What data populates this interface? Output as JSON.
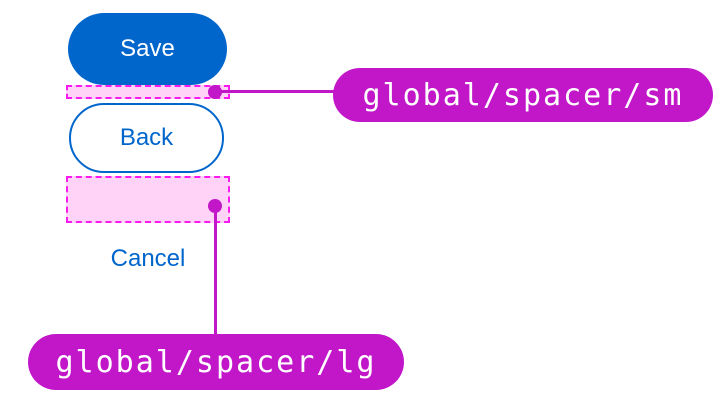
{
  "buttons": {
    "save_label": "Save",
    "back_label": "Back",
    "cancel_label": "Cancel"
  },
  "annotations": {
    "spacer_sm": {
      "token": "global/spacer/sm"
    },
    "spacer_lg": {
      "token": "global/spacer/lg"
    }
  },
  "colors": {
    "primary_blue": "#0066CC",
    "annotation_magenta": "#C217C9",
    "spacer_border_pink": "#FA1AF0",
    "spacer_fill_pink": "#FFD2F8",
    "label_text": "#FFFFFF",
    "background": "#FFFFFF"
  }
}
